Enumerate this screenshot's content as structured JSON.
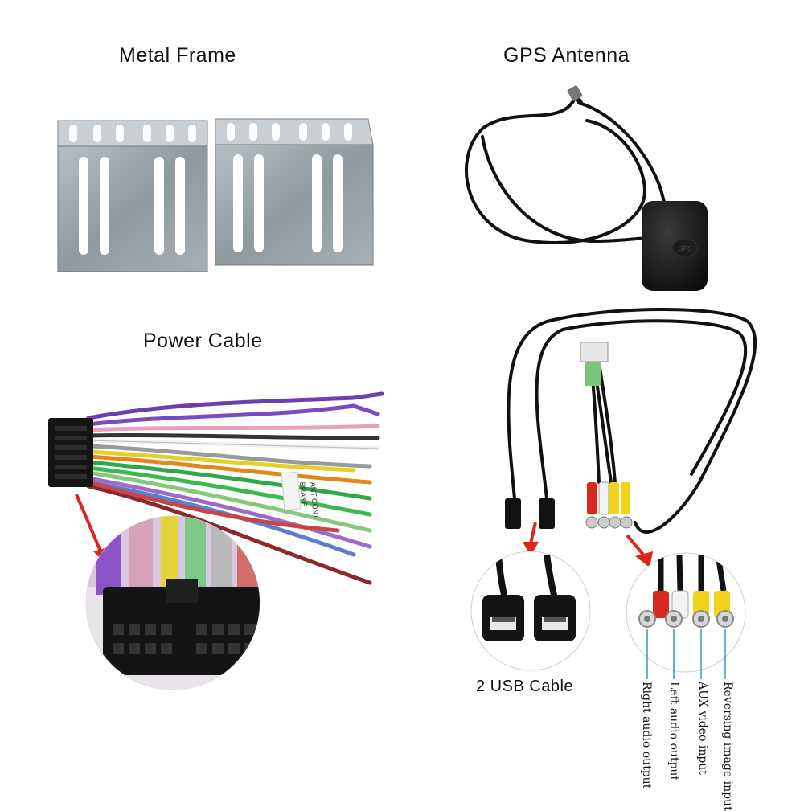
{
  "captions": {
    "metal_frame": "Metal Frame",
    "gps_antenna": "GPS Antenna",
    "power_cable": "Power Cable",
    "usb_cable": "2 USB Cable"
  },
  "rca_labels": {
    "right_audio": "Right audio output",
    "left_audio": "Left audio output",
    "aux_video": "AUX video input",
    "reversing": "Reversing image input"
  },
  "antenna_mark": "GPS",
  "harness_tags": [
    "BRAKE",
    "ANT CONT"
  ],
  "colors": {
    "arrow": "#e0231b",
    "label_line": "#3a8fd6",
    "metal": "#9aa3a8",
    "cable": "#111111"
  }
}
